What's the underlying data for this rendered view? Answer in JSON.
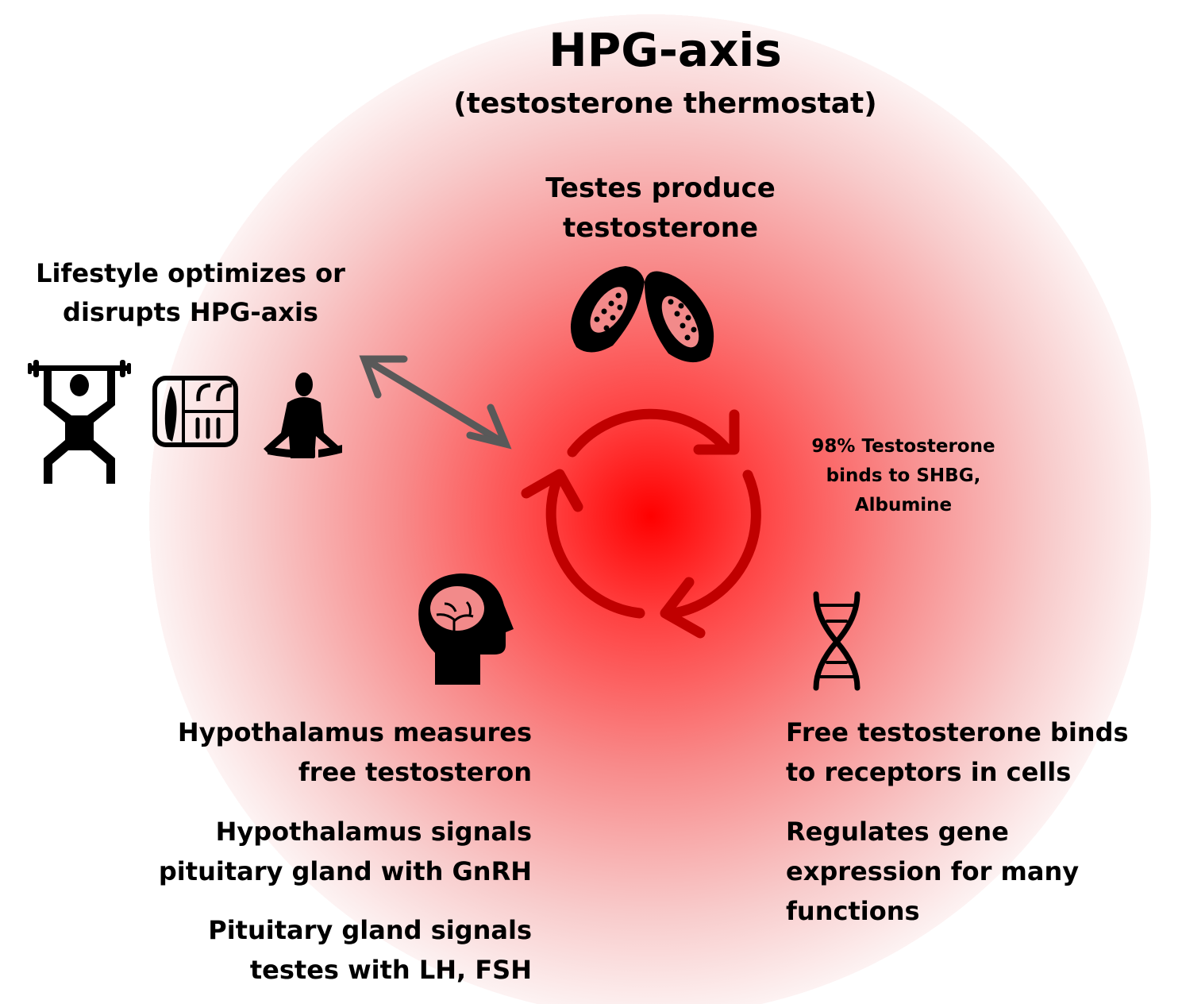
{
  "title": "HPG-axis",
  "subtitle": "(testosterone thermostat)",
  "testes": {
    "line1": "Testes produce",
    "line2": "testosterone"
  },
  "lifestyle": {
    "line1": "Lifestyle optimizes or",
    "line2": "disrupts HPG-axis"
  },
  "binding": {
    "line1": "98% Testosterone",
    "line2": "binds to SHBG,",
    "line3": "Albumine"
  },
  "left_steps": [
    {
      "line1": "Hypothalamus measures",
      "line2": "free testosteron"
    },
    {
      "line1": "Hypothalamus signals",
      "line2": "pituitary gland with GnRH"
    },
    {
      "line1": "Pituitary gland signals",
      "line2": "testes with LH, FSH"
    }
  ],
  "right_steps": [
    {
      "line1": "Free testosterone binds",
      "line2": "to receptors in cells"
    },
    {
      "line1": "Regulates gene",
      "line2": "expression for many",
      "line3": "functions"
    }
  ],
  "colors": {
    "center": "#ff0000",
    "cycle": "#c00000",
    "arrow": "#595959"
  },
  "icons": [
    "weightlifting-icon",
    "meal-plate-icon",
    "meditation-icon",
    "testes-icon",
    "cycle-arrows-icon",
    "brain-head-icon",
    "dna-icon",
    "double-arrow-icon"
  ]
}
